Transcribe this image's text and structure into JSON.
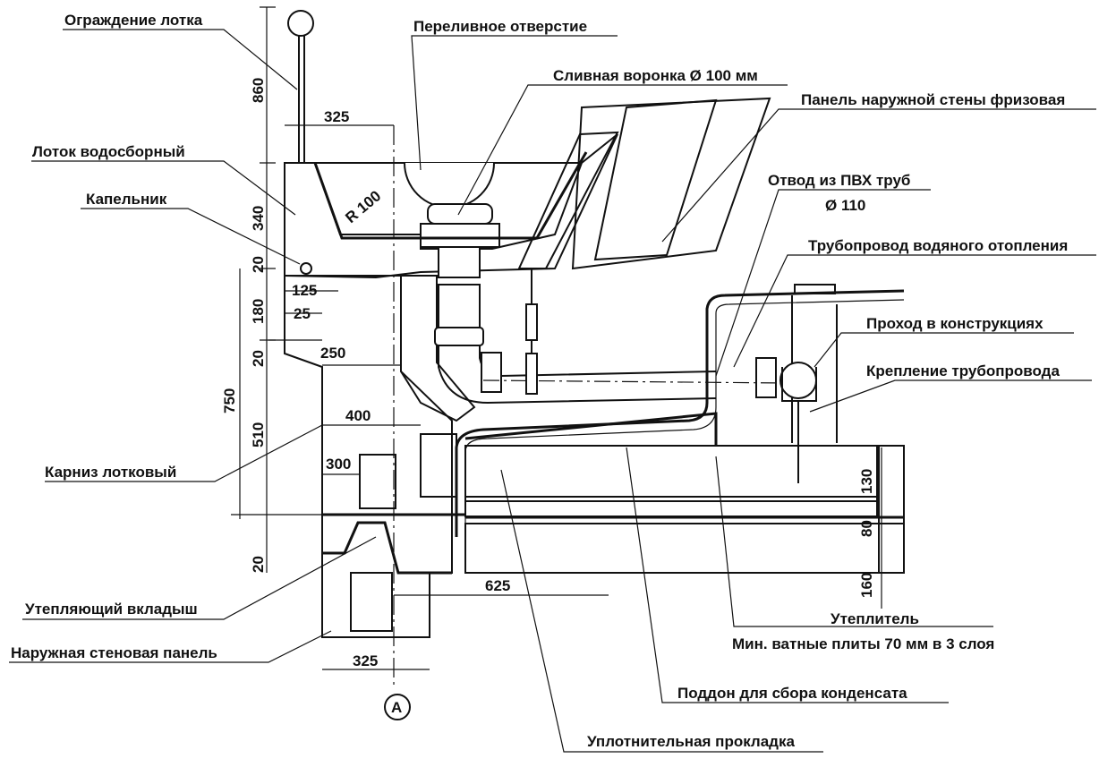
{
  "labels": {
    "tray_railing": "Ограждение лотка",
    "overflow_hole": "Переливное отверстие",
    "drain_funnel": "Сливная воронка Ø 100 мм",
    "facade_panel": "Панель наружной стены фризовая",
    "collecting_tray": "Лоток водосборный",
    "drip": "Капельник",
    "pvc_bend_line1": "Отвод из ПВХ труб",
    "pvc_bend_line2": "Ø 110",
    "heating_pipe": "Трубопровод водяного отопления",
    "passage": "Проход в конструкциях",
    "pipe_mount": "Крепление трубопровода",
    "cornice": "Карниз лотковый",
    "insulating_insert": "Утепляющий вкладыш",
    "outer_wall_panel": "Наружная стеновая панель",
    "insulation": "Утеплитель",
    "mineral_wool": "Мин. ватные плиты 70 мм в 3 слоя",
    "condensate_tray": "Поддон для сбора конденсата",
    "sealing_gasket": "Уплотнительная прокладка",
    "axis_mark": "А"
  },
  "dimensions": {
    "d860": "860",
    "d325_top": "325",
    "d340": "340",
    "d20_a": "20",
    "d125": "125",
    "d180": "180",
    "d25": "25",
    "d20_b": "20",
    "d250": "250",
    "d750": "750",
    "d400": "400",
    "d510": "510",
    "d300": "300",
    "d20_c": "20",
    "d625": "625",
    "d325_bottom": "325",
    "d130": "130",
    "d80": "80",
    "d160": "160",
    "r100": "R 100"
  }
}
